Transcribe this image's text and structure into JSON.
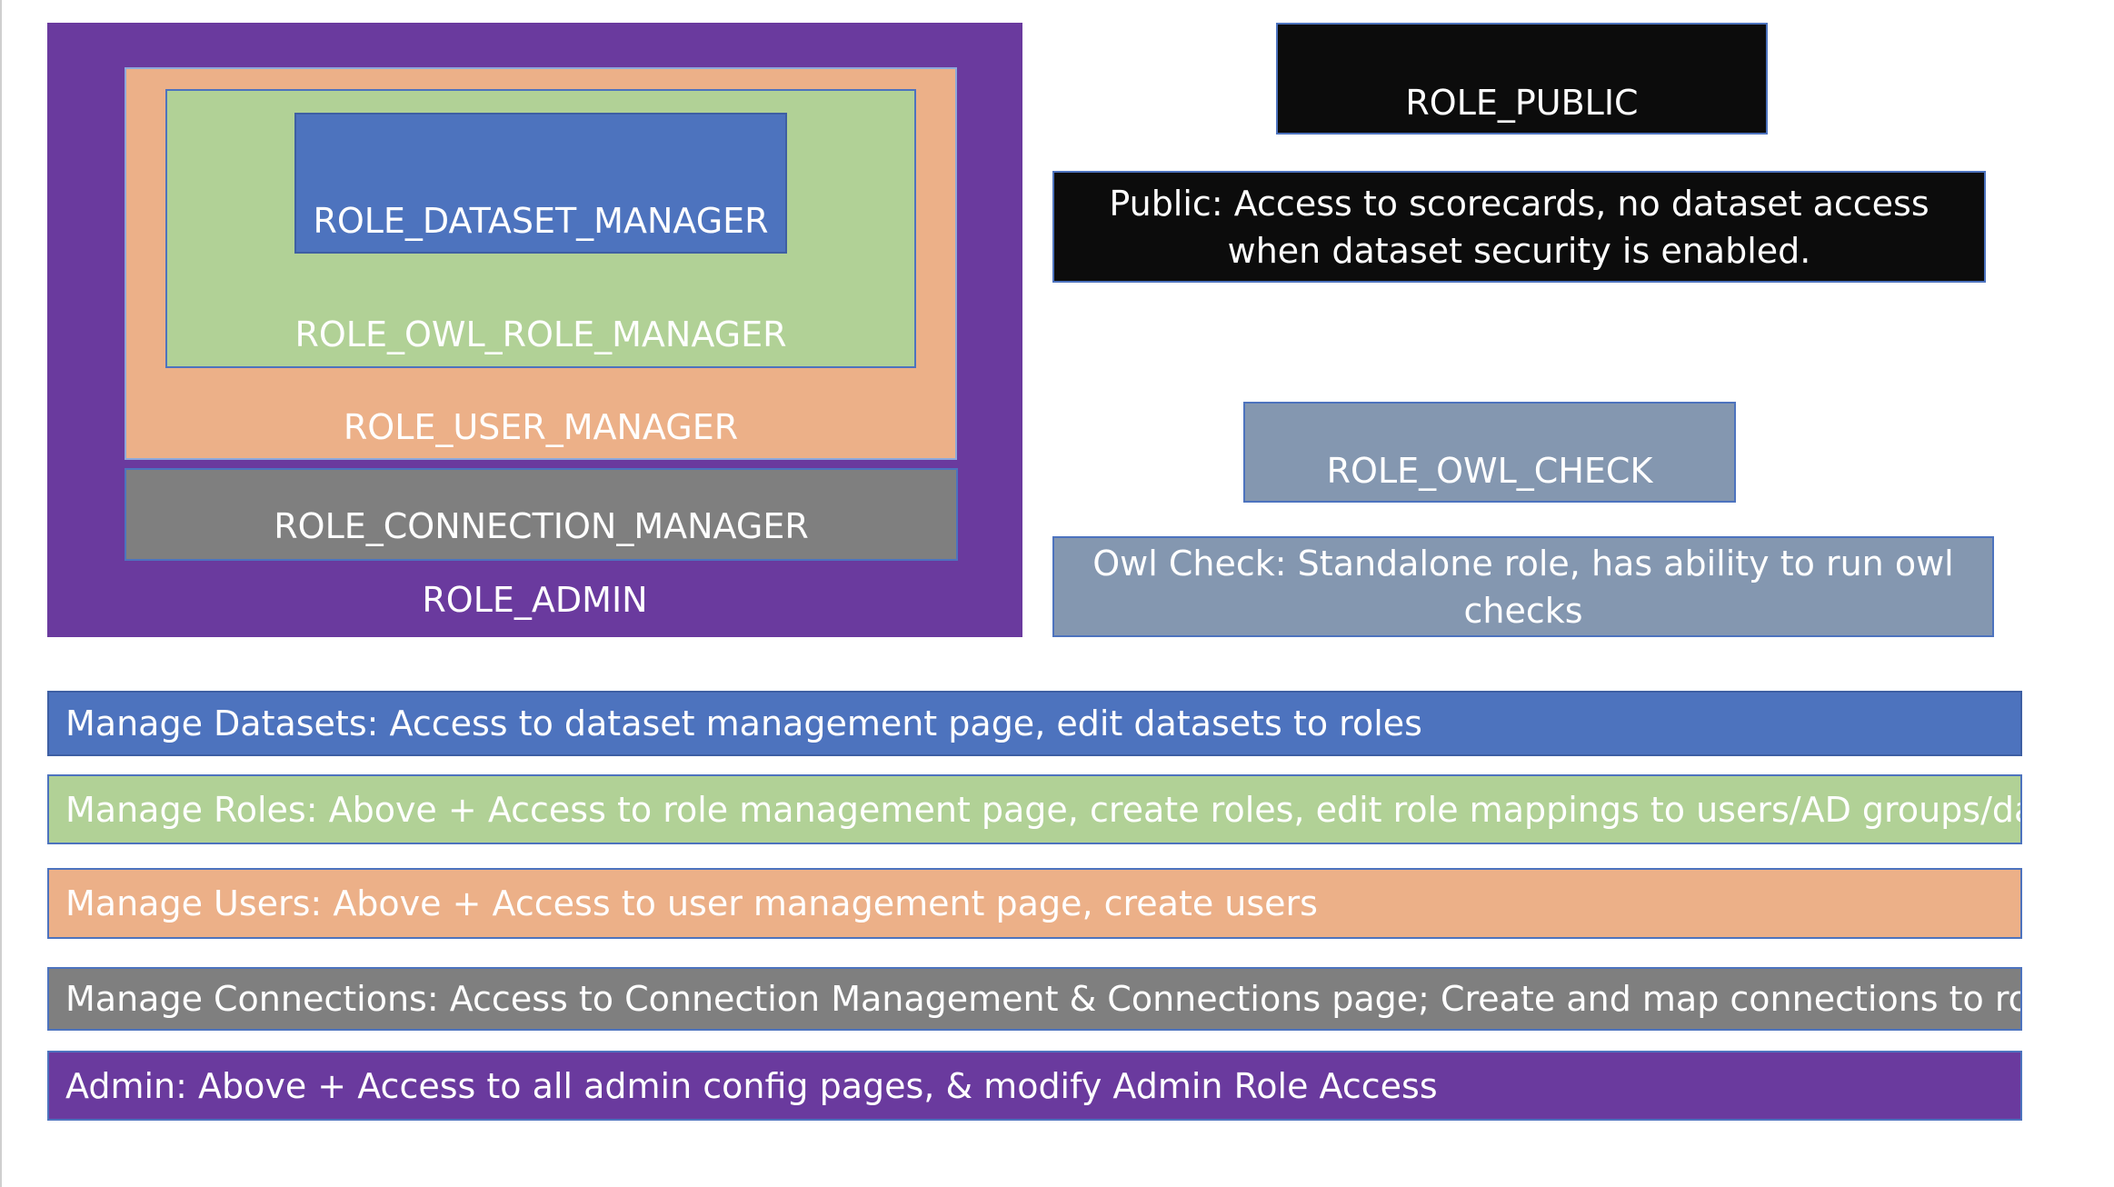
{
  "roles": {
    "admin": "ROLE_ADMIN",
    "user_manager": "ROLE_USER_MANAGER",
    "owl_role_manager": "ROLE_OWL_ROLE_MANAGER",
    "dataset_manager": "ROLE_DATASET_MANAGER",
    "connection_manager": "ROLE_CONNECTION_MANAGER",
    "public": "ROLE_PUBLIC",
    "owl_check": "ROLE_OWL_CHECK"
  },
  "descriptions": {
    "public": "Public: Access to scorecards, no dataset access when dataset security is enabled.",
    "owl_check": "Owl Check: Standalone role, has ability to run owl checks"
  },
  "bars": [
    "Manage Datasets: Access to dataset management page, edit datasets to roles",
    "Manage Roles: Above + Access to role management page, create roles, edit role mappings to users/AD groups/datasets",
    "Manage Users: Above + Access to user management page, create users",
    "Manage Connections: Access to Connection Management & Connections page; Create and map connections to roles",
    "Admin: Above + Access to all admin config pages, & modify Admin Role Access"
  ],
  "colors": {
    "admin": "#6a3a9e",
    "user_manager": "#ecb088",
    "owl_role_manager": "#b1d196",
    "dataset_manager": "#4d73be",
    "connection_manager": "#7f7f7f",
    "public": "#0c0c0c",
    "owl_check": "#8497b0"
  }
}
